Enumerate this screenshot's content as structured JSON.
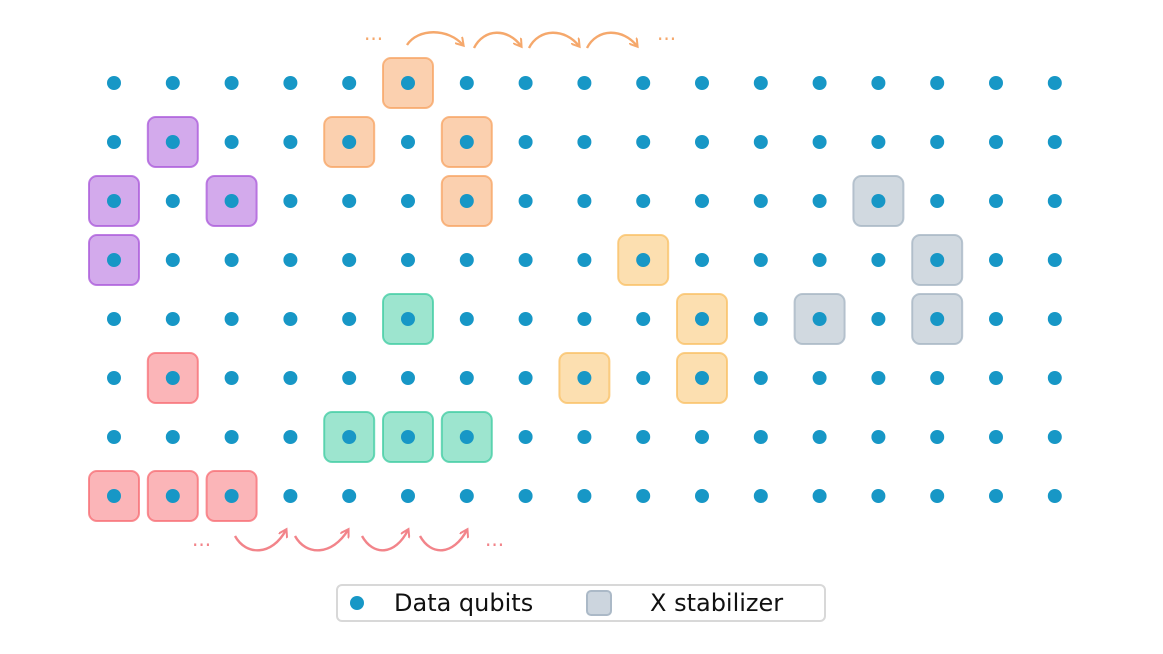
{
  "colors": {
    "data_qubit": "#1797c6",
    "purple": "#a855d9",
    "orange_a": "#f7a15f",
    "orange_b": "#f9bf61",
    "green": "#3ccba0",
    "red": "#f76b72",
    "gray": "#a3b3c2",
    "top_arrow": "#f5a86c",
    "bottom_arrow": "#f2848a"
  },
  "grid": {
    "rows": 8,
    "cols": 17
  },
  "stabilizers": [
    {
      "color": "purple",
      "cells": [
        [
          1,
          1
        ],
        [
          2,
          0
        ],
        [
          2,
          2
        ],
        [
          3,
          0
        ]
      ]
    },
    {
      "color": "orange_a",
      "cells": [
        [
          0,
          5
        ],
        [
          1,
          4
        ],
        [
          1,
          6
        ],
        [
          2,
          6
        ]
      ]
    },
    {
      "color": "orange_b",
      "cells": [
        [
          3,
          9
        ],
        [
          4,
          10
        ],
        [
          5,
          8
        ],
        [
          5,
          10
        ]
      ]
    },
    {
      "color": "gray",
      "cells": [
        [
          2,
          13
        ],
        [
          3,
          14
        ],
        [
          4,
          12
        ],
        [
          4,
          14
        ]
      ]
    },
    {
      "color": "green",
      "cells": [
        [
          4,
          5
        ],
        [
          6,
          4
        ],
        [
          6,
          5
        ],
        [
          6,
          6
        ]
      ]
    },
    {
      "color": "red",
      "cells": [
        [
          5,
          1
        ],
        [
          7,
          0
        ],
        [
          7,
          1
        ],
        [
          7,
          2
        ]
      ]
    }
  ],
  "ellipsis": "...",
  "legend": {
    "data_qubits_label": "Data qubits",
    "x_stabilizer_label": "X stabilizer"
  }
}
